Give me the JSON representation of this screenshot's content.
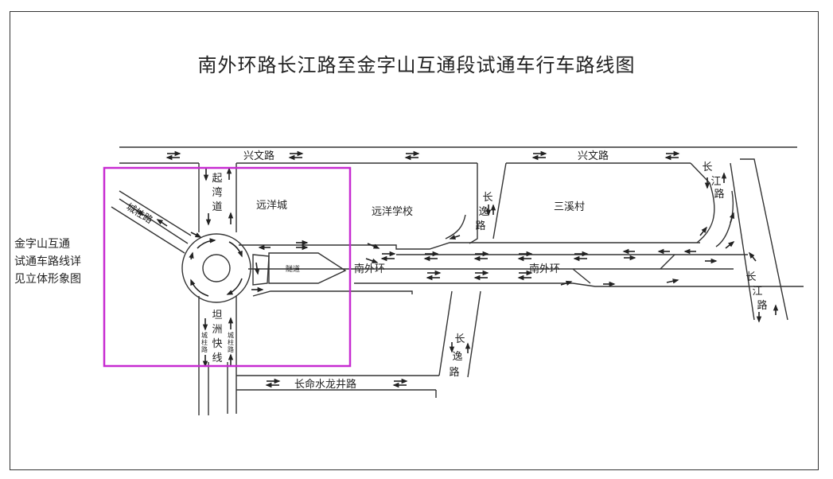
{
  "title": "南外环路长江路至金字山互通段试通车行车路线图",
  "side_note": [
    "金字山互通",
    "试通车路线详",
    "见立体形象图"
  ],
  "roads": {
    "xingwen_left": "兴文路",
    "xingwen_right": "兴文路",
    "qiwan": [
      "起",
      "湾",
      "道"
    ],
    "tanzhou": [
      "坦",
      "洲",
      "快",
      "线"
    ],
    "chengzhu_left": [
      "城",
      "柱",
      "路"
    ],
    "chengzhu_right": [
      "城",
      "柱",
      "路"
    ],
    "chengzhu_diag": "城柱路",
    "changyi_top": [
      "长",
      "逸",
      "路"
    ],
    "changyi_bottom": [
      "长",
      "逸",
      "路"
    ],
    "changjiang_top": [
      "长",
      "江",
      "路"
    ],
    "changjiang_bottom": [
      "长",
      "江",
      "路"
    ],
    "nanwaihuan_1": "南外环",
    "nanwaihuan_2": "南外环",
    "changming": "长命水龙井路",
    "tunnel": "隧道"
  },
  "places": {
    "yuanyangcheng": "远洋城",
    "yuanyang_school": "远洋学校",
    "sanxicun": "三溪村"
  },
  "highlight": {
    "color": "#c72bd1"
  }
}
